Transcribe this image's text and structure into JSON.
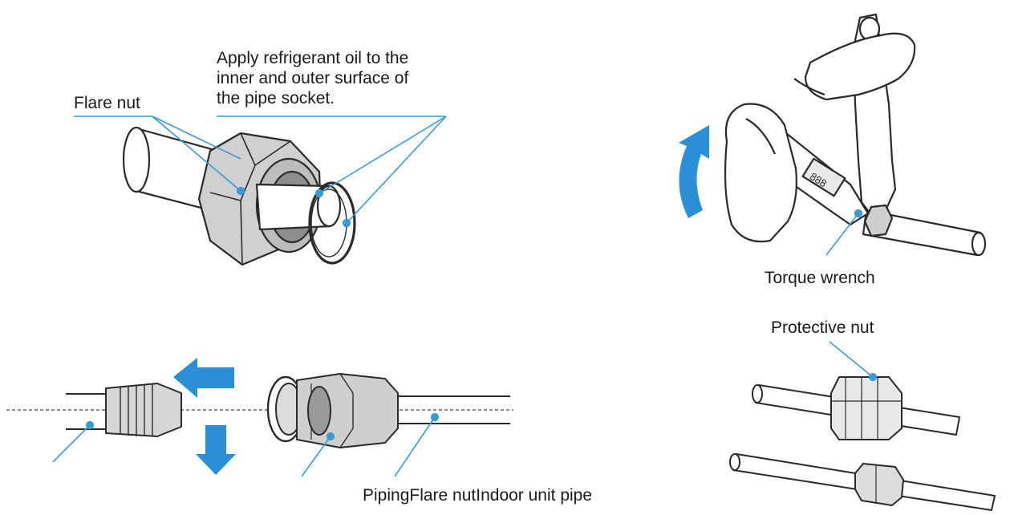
{
  "labels": {
    "oil_line1": "Apply refrigerant oil to the",
    "oil_line2": "inner and outer surface of",
    "oil_line3": "the pipe socket.",
    "flare_nut": "Flare nut",
    "torque_wrench": "Torque wrench",
    "protective_nut": "Protective nut",
    "bottom_caption": "PipingFlare nutIndoor unit pipe"
  },
  "colors": {
    "leader": "#3a9bd5",
    "arrow": "#2b8fd6",
    "outline": "#2a2a2a",
    "nut_fill": "#cfcfcf",
    "nut_dark": "#9d9d9d"
  }
}
